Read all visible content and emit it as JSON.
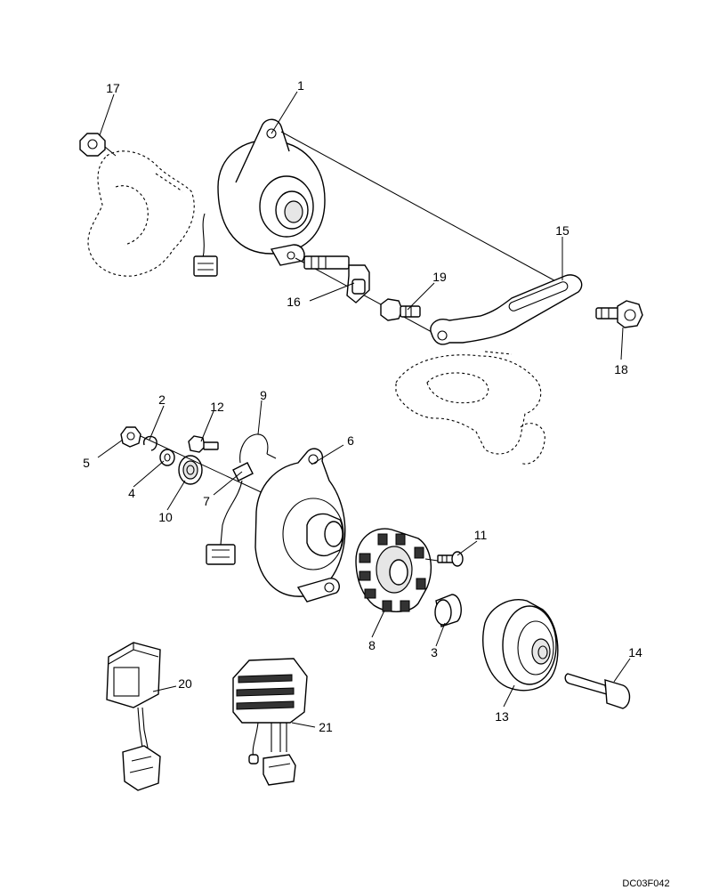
{
  "diagram": {
    "drawing_code": "DC03F042",
    "callouts": [
      "1",
      "2",
      "3",
      "4",
      "5",
      "6",
      "7",
      "8",
      "9",
      "10",
      "11",
      "12",
      "13",
      "14",
      "15",
      "16",
      "17",
      "18",
      "19",
      "20",
      "21"
    ]
  },
  "icons": {
    "alternator_assembly": "alternator-icon",
    "alternator_housing": "alternator-housing-icon",
    "stator": "stator-icon",
    "pulley": "pulley-icon",
    "adjusting_bracket": "bracket-icon",
    "regulator": "regulator-icon",
    "rectifier": "rectifier-icon"
  }
}
